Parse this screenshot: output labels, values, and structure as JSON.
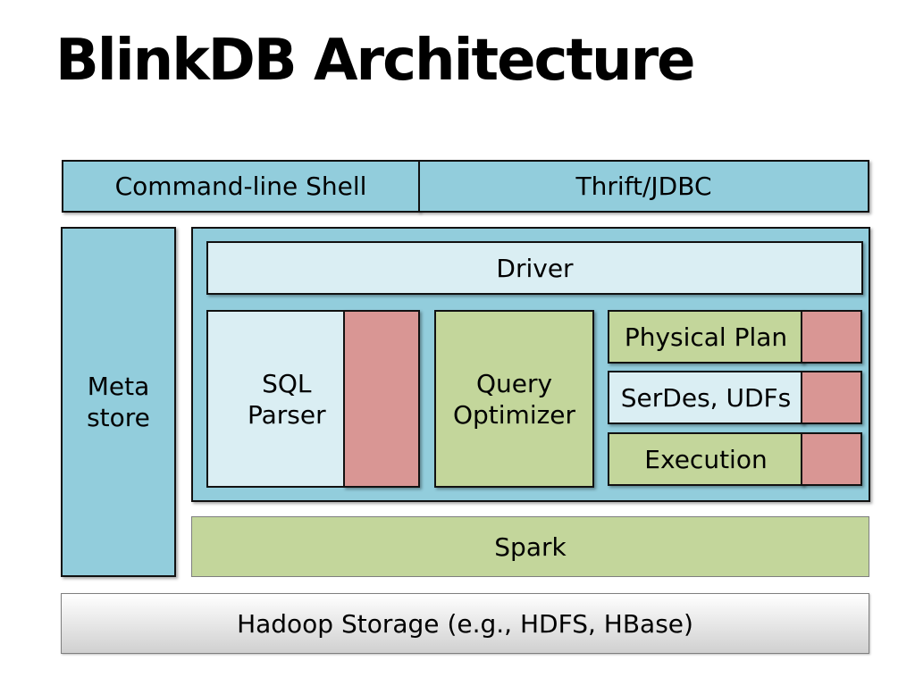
{
  "title": "BlinkDB Architecture",
  "boxes": {
    "command_line_shell": "Command-line Shell",
    "thrift_jdbc": "Thrift/JDBC",
    "metastore": "Meta\nstore",
    "driver": "Driver",
    "sql_parser": "SQL\nParser",
    "query_optimizer": "Query\nOptimizer",
    "physical_plan": "Physical Plan",
    "serdes_udfs": "SerDes, UDFs",
    "execution": "Execution",
    "spark": "Spark",
    "hadoop_storage": "Hadoop Storage (e.g., HDFS, HBase)"
  },
  "colors": {
    "blue": "#92cddc",
    "light_blue": "#daeef3",
    "green": "#c3d69b",
    "red": "#d99694"
  }
}
